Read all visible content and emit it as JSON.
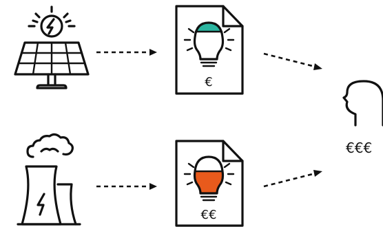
{
  "colors": {
    "ink": "#111111",
    "renewable_fill": "#2bb5a0",
    "fossil_fill": "#e85a1c",
    "background": "#ffffff"
  },
  "nodes": {
    "solar": {
      "icon": "solar-panel-icon"
    },
    "plant": {
      "icon": "power-plant-icon"
    },
    "bill_renewable": {
      "icon": "lightbulb-document-icon",
      "price_label": "€"
    },
    "bill_fossil": {
      "icon": "lightbulb-document-icon",
      "price_label": "€€"
    },
    "consumer": {
      "icon": "human-head-icon",
      "price_label": "€€€"
    }
  },
  "edges": [
    {
      "from": "solar",
      "to": "bill_renewable",
      "style": "dashed-arrow"
    },
    {
      "from": "plant",
      "to": "bill_fossil",
      "style": "dashed-arrow"
    },
    {
      "from": "bill_renewable",
      "to": "consumer",
      "style": "dashed-arrow"
    },
    {
      "from": "bill_fossil",
      "to": "consumer",
      "style": "dashed-arrow"
    }
  ]
}
